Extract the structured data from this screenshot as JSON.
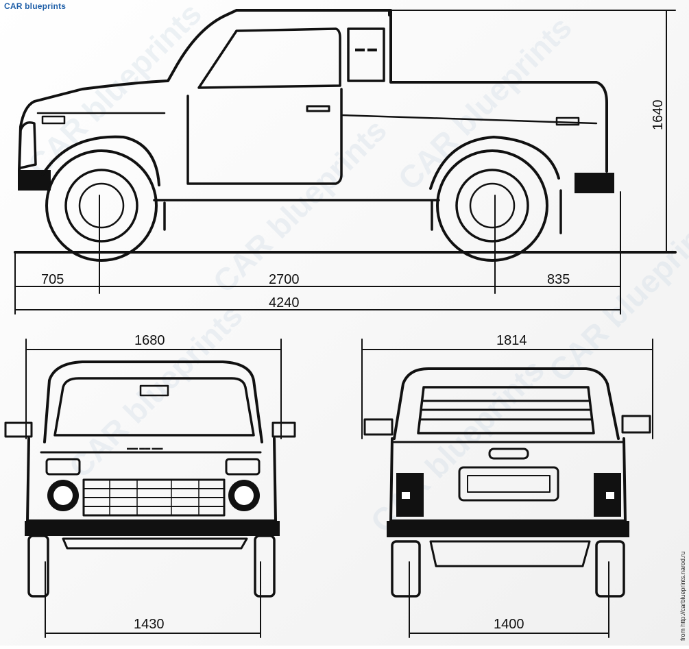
{
  "logo": {
    "prefix": "CAR",
    "suffix": "blueprints"
  },
  "credit": "from http://carblueprints.narod.ru",
  "watermark": "CAR blueprints",
  "dimensions": {
    "front_overhang": "705",
    "wheelbase": "2700",
    "rear_overhang": "835",
    "overall_length": "4240",
    "height": "1640",
    "front_width": "1680",
    "rear_width": "1814",
    "front_track": "1430",
    "rear_track": "1400"
  },
  "colors": {
    "ink": "#111111",
    "logo_blue": "#1f5fa8",
    "watermark": "#cfdbe6"
  }
}
